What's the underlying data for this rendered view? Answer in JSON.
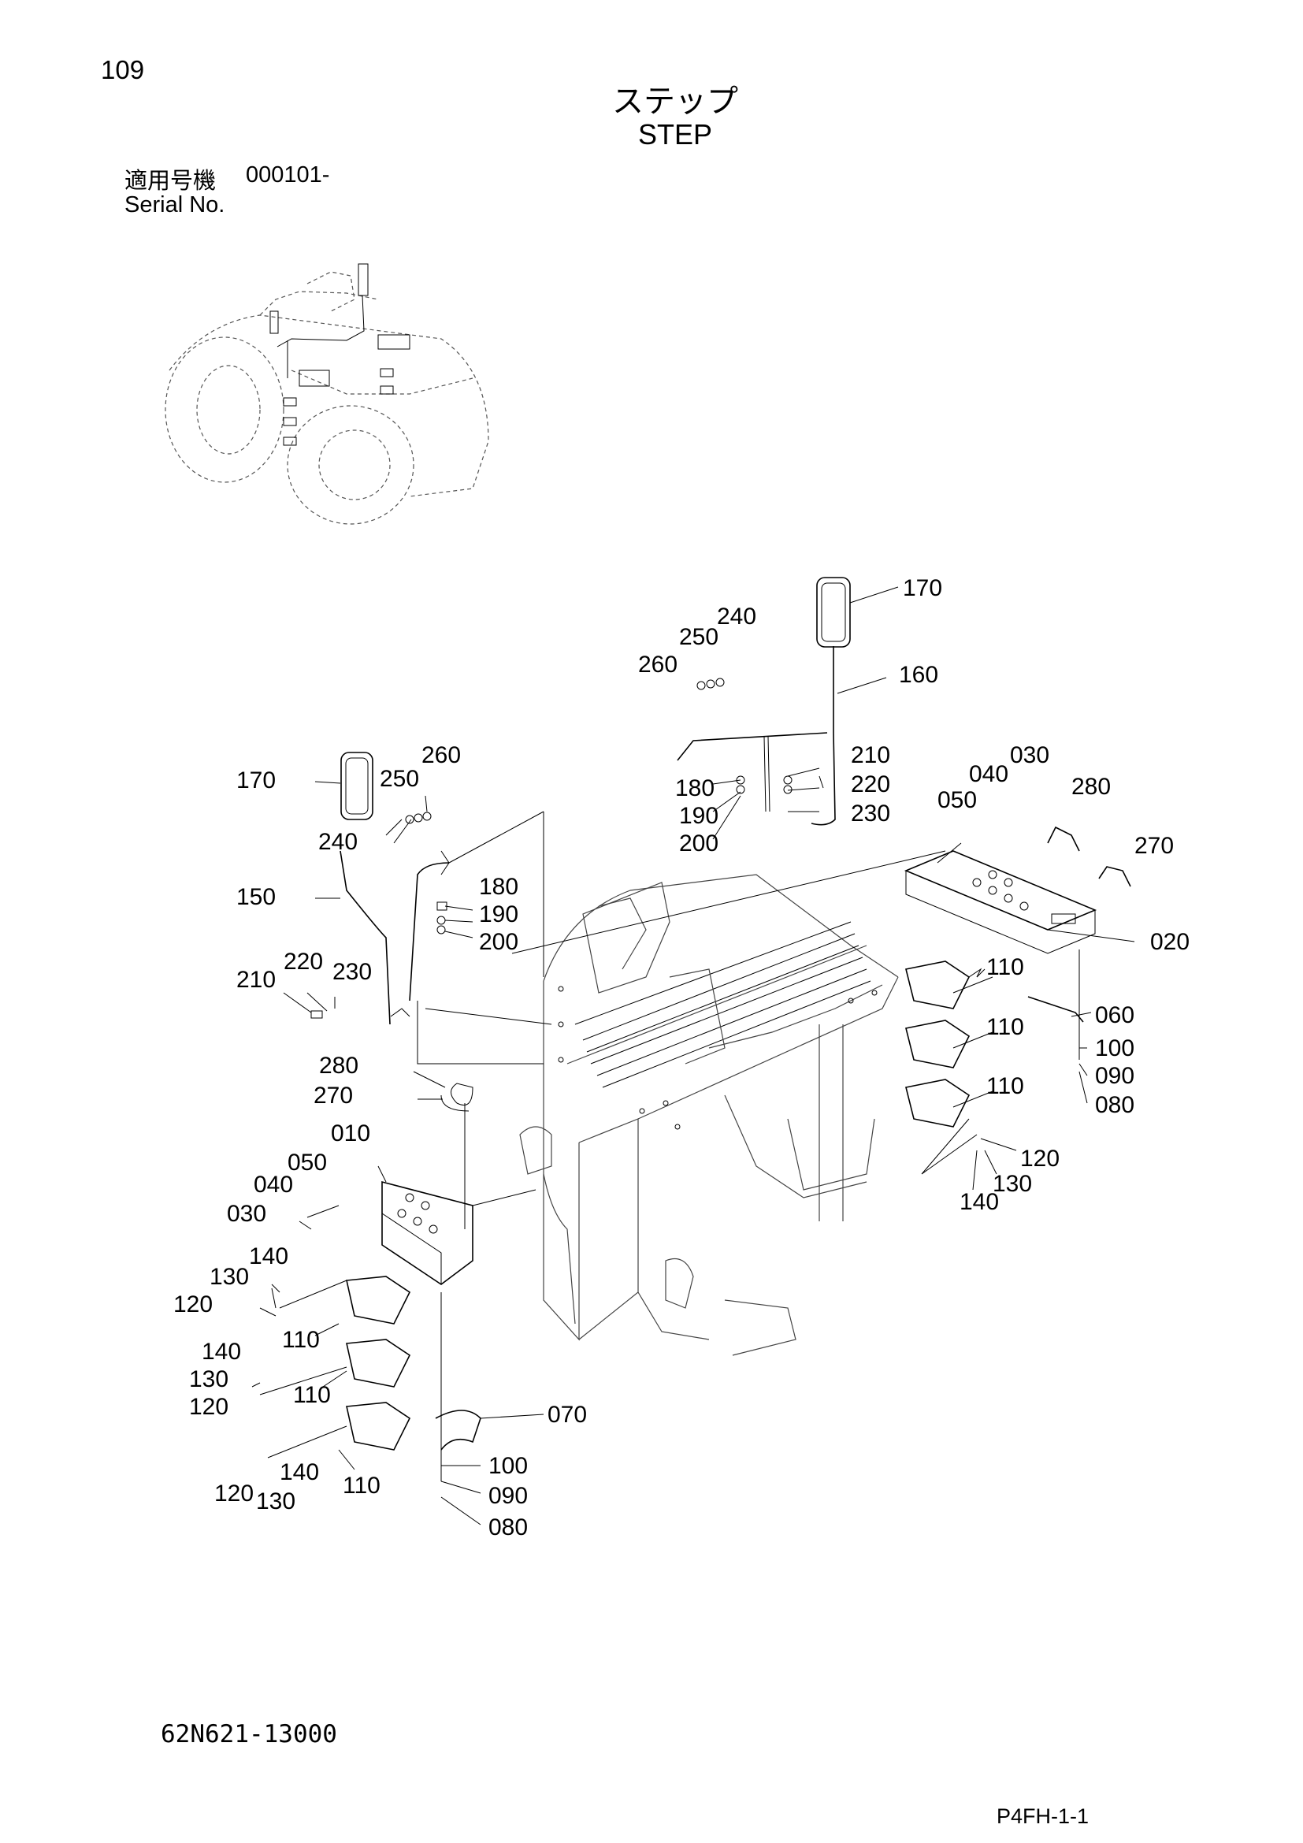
{
  "header": {
    "page_number": "109",
    "title_jp": "ステップ",
    "title_en": "STEP",
    "serial_label_jp": "適用号機",
    "serial_value": "000101-",
    "serial_label_en": "Serial No."
  },
  "footer": {
    "part_code": "62N621-13000",
    "page_code": "P4FH-1-1"
  },
  "callouts": [
    "170",
    "250",
    "240",
    "260",
    "160",
    "210",
    "180",
    "220",
    "190",
    "230",
    "200",
    "040",
    "030",
    "050",
    "280",
    "270",
    "020",
    "170",
    "260",
    "250",
    "240",
    "150",
    "180",
    "190",
    "200",
    "210",
    "220",
    "230",
    "110",
    "060",
    "110",
    "100",
    "090",
    "080",
    "110",
    "120",
    "130",
    "140",
    "280",
    "270",
    "010",
    "050",
    "040",
    "030",
    "140",
    "130",
    "120",
    "110",
    "140",
    "130",
    "120",
    "110",
    "070",
    "140",
    "120",
    "130",
    "110",
    "100",
    "090",
    "080"
  ],
  "colors": {
    "line": "#000000",
    "background": "#ffffff"
  }
}
